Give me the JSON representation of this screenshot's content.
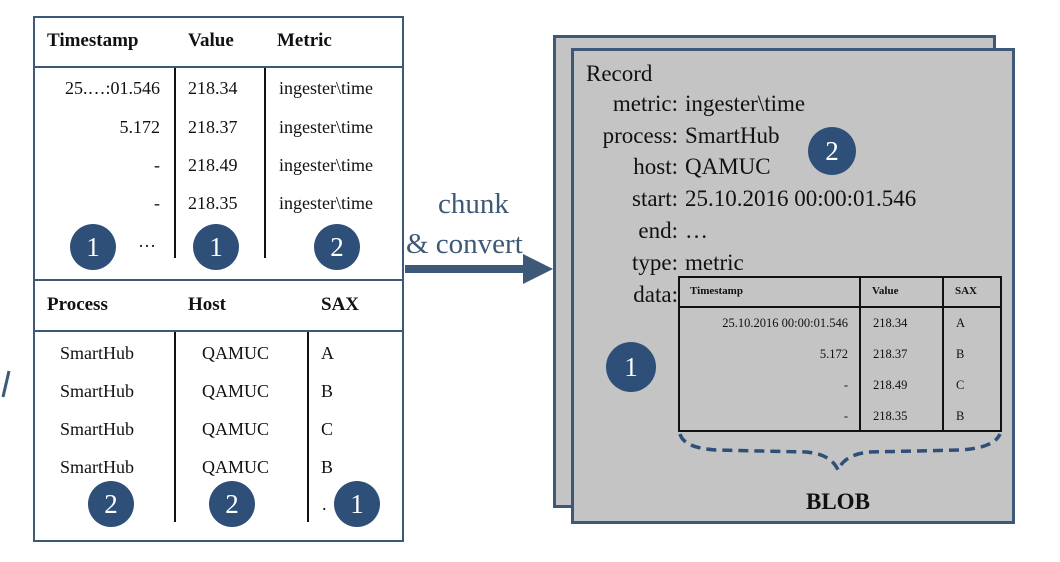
{
  "left_table": {
    "headers": [
      "Timestamp",
      "Value",
      "Metric"
    ],
    "timestamps": [
      "25.…:01.546",
      "5.172",
      "-",
      "-",
      "…"
    ],
    "values": [
      "218.34",
      "218.37",
      "218.49",
      "218.35"
    ],
    "metrics": [
      "ingester\\time",
      "ingester\\time",
      "ingester\\time",
      "ingester\\time"
    ],
    "badges": [
      "1",
      "1",
      "2"
    ],
    "headers2": [
      "Process",
      "Host",
      "SAX"
    ],
    "processes": [
      "SmartHub",
      "SmartHub",
      "SmartHub",
      "SmartHub"
    ],
    "hosts": [
      "QAMUC",
      "QAMUC",
      "QAMUC",
      "QAMUC"
    ],
    "sax": [
      "A",
      "B",
      "C",
      "B",
      "."
    ],
    "badges2": [
      "2",
      "2",
      "1"
    ]
  },
  "arrow": {
    "line1": "chunk",
    "line2": "& convert"
  },
  "record": {
    "title": "Record",
    "metric_key": "metric:",
    "metric_val": "ingester\\time",
    "process_key": "process:",
    "process_val": "SmartHub",
    "host_key": "host:",
    "host_val": "QAMUC",
    "start_key": "start:",
    "start_val": "25.10.2016 00:00:01.546",
    "end_key": "end:",
    "end_val": "…",
    "type_key": "type:",
    "type_val": "metric",
    "data_key": "data:",
    "badge_process": "2",
    "badge_data": "1",
    "inner_headers": [
      "Timestamp",
      "Value",
      "SAX"
    ],
    "inner_rows": [
      [
        "25.10.2016 00:00:01.546",
        "218.34",
        "A"
      ],
      [
        "5.172",
        "218.37",
        "B"
      ],
      [
        "-",
        "218.49",
        "C"
      ],
      [
        "-",
        "218.35",
        "B"
      ]
    ],
    "blob_label": "BLOB"
  },
  "colors": {
    "border": "#3e5878",
    "badge": "#2e4f78",
    "record_bg": "#c4c4c4"
  }
}
